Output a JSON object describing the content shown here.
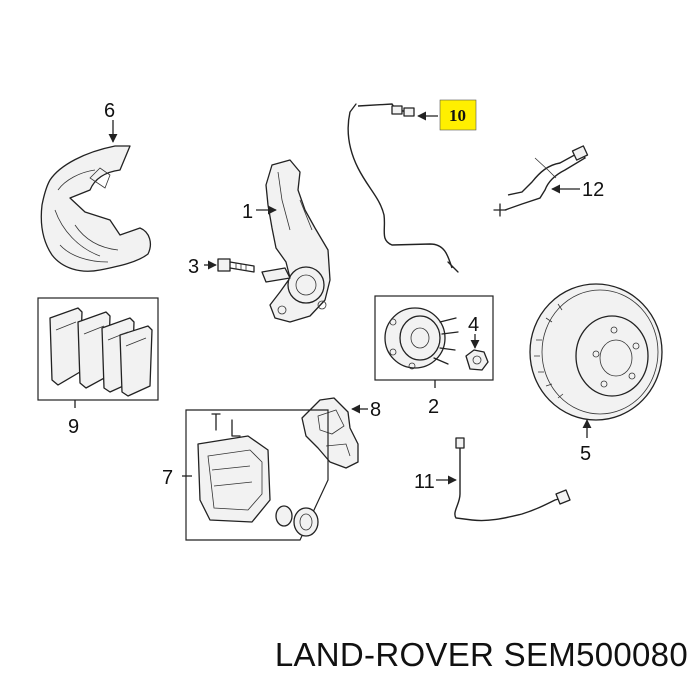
{
  "diagram": {
    "callouts": {
      "c1": "1",
      "c2": "2",
      "c3": "3",
      "c4": "4",
      "c5": "5",
      "c6": "6",
      "c7": "7",
      "c8": "8",
      "c9": "9",
      "c10": "10",
      "c11": "11",
      "c12": "12"
    },
    "highlight_color": "#ffef00"
  },
  "footer": {
    "brand": "LAND-ROVER",
    "part_number": "SEM500080"
  }
}
